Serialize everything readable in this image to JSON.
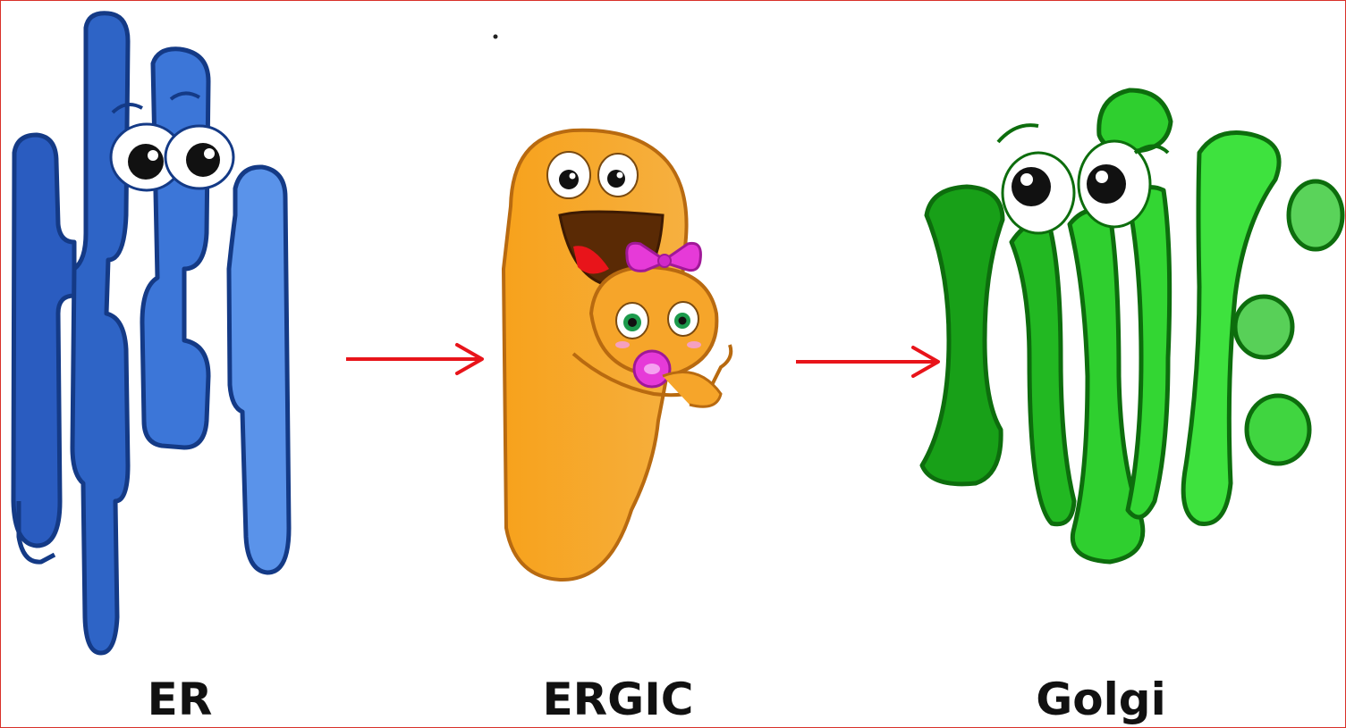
{
  "labels": {
    "er": "ER",
    "ergic": "ERGIC",
    "golgi": "Golgi"
  },
  "colors": {
    "er_fill": "#4a7fdc",
    "er_dark": "#1d4aa8",
    "ergic_fill": "#f5a623",
    "golgi_fill": "#2fd42f",
    "arrow": "#e8141a",
    "border": "#d9302a"
  },
  "icons": {
    "er": "er-character-icon",
    "ergic": "ergic-mother-with-baby-icon",
    "golgi": "golgi-character-icon",
    "arrow": "arrow-right-icon"
  }
}
